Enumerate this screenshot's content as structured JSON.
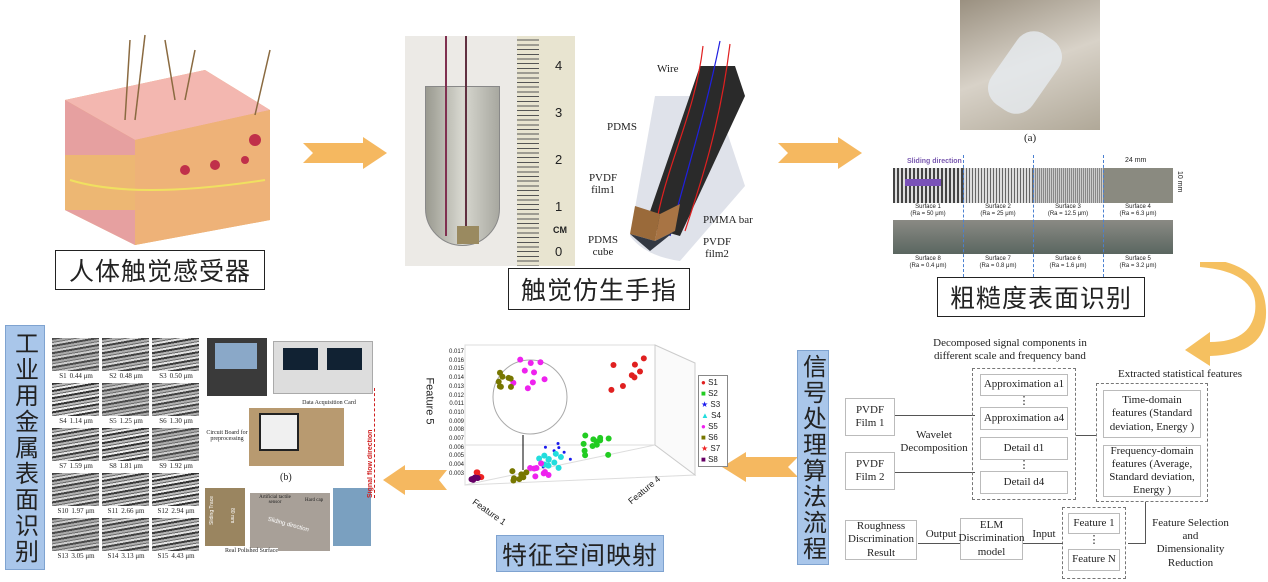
{
  "stages": {
    "receptor": "人体触觉感受器",
    "finger": "触觉仿生手指",
    "roughness": "粗糙度表面识别",
    "signal": "信号处理算法流程",
    "feature_space": "特征空间映射",
    "industrial": "工业用金属表面识别"
  },
  "finger_schematic": {
    "wire": "Wire",
    "pdms": "PDMS",
    "pvdf1": "PVDF film1",
    "pmma": "PMMA bar",
    "pdms_cube": "PDMS cube",
    "pvdf2": "PVDF film2",
    "ruler_ticks": [
      "0",
      "1",
      "2",
      "3",
      "4"
    ],
    "ruler_unit": "CM"
  },
  "roughness_panel": {
    "fig_label": "(a)",
    "sliding": "Sliding direction",
    "width": "24 mm",
    "height": "10 mm",
    "top_row": [
      {
        "name": "Surface 1",
        "ra": "(Ra = 50 μm)"
      },
      {
        "name": "Surface 2",
        "ra": "(Ra = 25 μm)"
      },
      {
        "name": "Surface 3",
        "ra": "(Ra = 12.5 μm)"
      },
      {
        "name": "Surface 4",
        "ra": "(Ra = 6.3 μm)"
      }
    ],
    "bottom_row": [
      {
        "name": "Surface 8",
        "ra": "(Ra = 0.4 μm)"
      },
      {
        "name": "Surface 7",
        "ra": "(Ra = 0.8 μm)"
      },
      {
        "name": "Surface 6",
        "ra": "(Ra = 1.6 μm)"
      },
      {
        "name": "Surface 5",
        "ra": "(Ra = 3.2 μm)"
      }
    ]
  },
  "flowchart": {
    "film1": "PVDF Film 1",
    "film2": "PVDF Film 2",
    "wavelet": "Wavelet Decomposition",
    "decomposed_title": "Decomposed signal components in different scale and frequency band",
    "a1": "Approximation a1",
    "a4": "Approximation a4",
    "d1": "Detail d1",
    "d4": "Detail d4",
    "extracted_title": "Extracted statistical features",
    "time_domain": "Time-domain features (Standard deviation, Energy )",
    "freq_domain": "Frequency-domain features (Average, Standard deviation, Energy )",
    "selection": "Feature Selection and Dimensionality Reduction",
    "feature1": "Feature 1",
    "featureN": "Feature N",
    "input": "Input",
    "elm": "ELM Discrimination model",
    "output": "Output",
    "result": "Roughness Discrimination Result",
    "vdots": "⋮"
  },
  "scatter": {
    "ylabel": "Feature 5",
    "xlabel": "Feature 1",
    "zlabel": "Feature 4",
    "yticks": [
      "0.017",
      "0.016",
      "0.015",
      "0.014",
      "0.013",
      "0.012",
      "0.011",
      "0.010",
      "0.009",
      "0.008",
      "0.007",
      "0.006",
      "0.005",
      "0.004",
      "0.003"
    ],
    "legend": [
      {
        "name": "S1",
        "color": "#e02020",
        "shape": "circle"
      },
      {
        "name": "S2",
        "color": "#22cc22",
        "shape": "square"
      },
      {
        "name": "S3",
        "color": "#1a1aee",
        "shape": "star"
      },
      {
        "name": "S4",
        "color": "#22dddd",
        "shape": "triangle"
      },
      {
        "name": "S5",
        "color": "#ee22ee",
        "shape": "circle"
      },
      {
        "name": "S6",
        "color": "#777700",
        "shape": "square"
      },
      {
        "name": "S7",
        "color": "#ee2222",
        "shape": "star"
      },
      {
        "name": "S8",
        "color": "#660066",
        "shape": "square"
      }
    ]
  },
  "industrial": {
    "samples": [
      {
        "id": "S1",
        "ra": "0.44 μm"
      },
      {
        "id": "S2",
        "ra": "0.48 μm"
      },
      {
        "id": "S3",
        "ra": "0.50 μm"
      },
      {
        "id": "S4",
        "ra": "1.14 μm"
      },
      {
        "id": "S5",
        "ra": "1.25 μm"
      },
      {
        "id": "S6",
        "ra": "1.30 μm"
      },
      {
        "id": "S7",
        "ra": "1.59 μm"
      },
      {
        "id": "S8",
        "ra": "1.81 μm"
      },
      {
        "id": "S9",
        "ra": "1.92 μm"
      },
      {
        "id": "S10",
        "ra": "1.97 μm"
      },
      {
        "id": "S11",
        "ra": "2.66 μm"
      },
      {
        "id": "S12",
        "ra": "2.94 μm"
      },
      {
        "id": "S13",
        "ra": "3.05 μm"
      },
      {
        "id": "S14",
        "ra": "3.13 μm"
      },
      {
        "id": "S15",
        "ra": "4.43 μm"
      }
    ],
    "daq": "Data Acquisition Card",
    "circuit": "Circuit Board for preprocessing",
    "fig_b": "(b)",
    "signal_flow": "Signal flow direction",
    "artificial": "Artificial tactile sensor",
    "hard_cap": "Hard cap",
    "real_surface": "Real Polished Surface",
    "sliding": "Sliding direction",
    "trace": "Sliding Trace",
    "trace_len": "80 mm"
  }
}
